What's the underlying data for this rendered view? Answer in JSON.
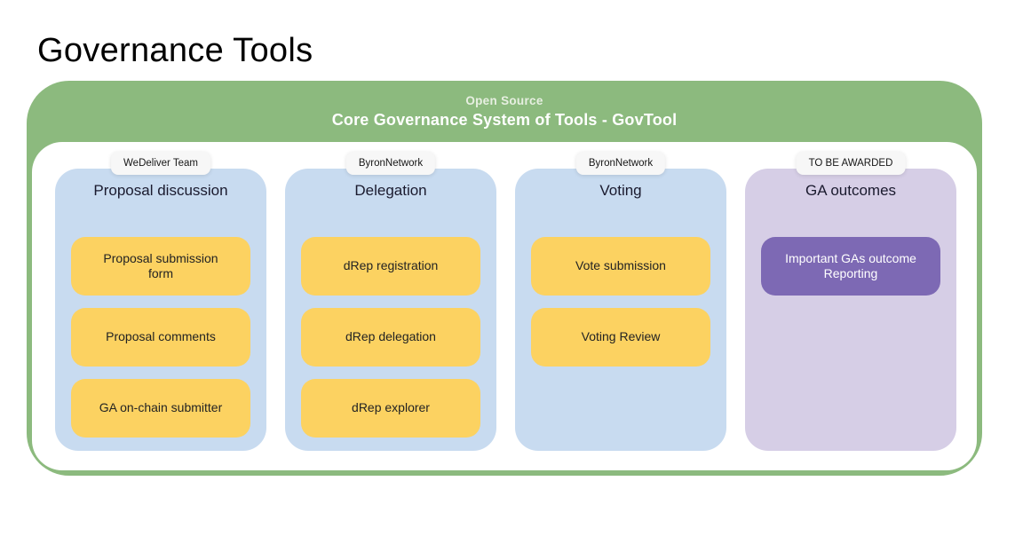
{
  "page": {
    "title": "Governance Tools"
  },
  "container": {
    "header": {
      "subtitle": "Open Source",
      "title": "Core Governance System of Tools - GovTool"
    },
    "columns": [
      {
        "tag": "WeDeliver Team",
        "title": "Proposal discussion",
        "items": [
          "Proposal submission form",
          "Proposal comments",
          "GA on-chain submitter"
        ]
      },
      {
        "tag": "ByronNetwork",
        "title": "Delegation",
        "items": [
          "dRep registration",
          "dRep delegation",
          "dRep explorer"
        ]
      },
      {
        "tag": "ByronNetwork",
        "title": "Voting",
        "items": [
          "Vote submission",
          "Voting Review"
        ]
      },
      {
        "tag": "TO BE AWARDED",
        "title": "GA outcomes",
        "items": [
          "Important GAs outcome Reporting"
        ]
      }
    ]
  },
  "colors": {
    "green": "#8CBA7E",
    "column_blue": "#C8DBF0",
    "card_yellow": "#FCD261",
    "column_purple": "#D6CEE6",
    "card_purple": "#7D69B4",
    "tag_bg": "#F7F7F7",
    "header_subtitle": "#E7EFE1",
    "text_dark": "#1A1A2E"
  }
}
